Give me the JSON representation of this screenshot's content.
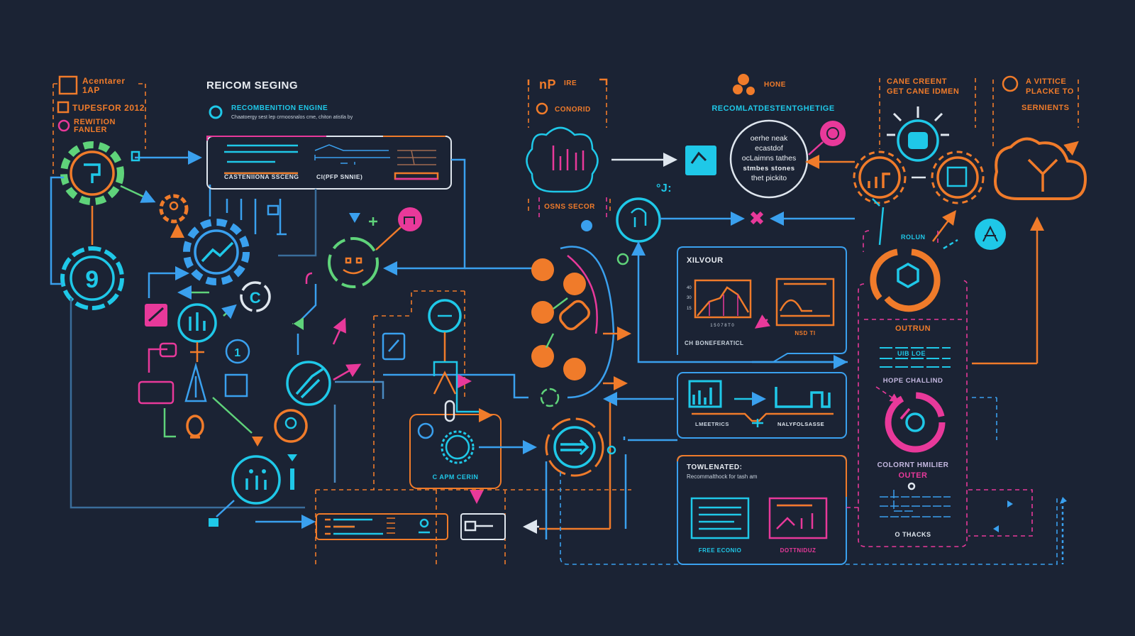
{
  "colors": {
    "background": "#1b2334",
    "cyan": "#1fc8e8",
    "orange": "#f07b2a",
    "pink": "#e8399a",
    "green": "#5fd37a",
    "blue": "#3aa0ee"
  },
  "legend_left": {
    "line1a": "Acentarer",
    "line1b": "1AP",
    "line2": "TUPESFOR 2012",
    "line3a": "REWITION",
    "line3b": "FANLER"
  },
  "header": {
    "title": "REICOM SEGING",
    "engine_title": "RECOMBENITION ENGINE",
    "engine_subtitle": "Chaatoergy sest lep crmoosnalos cme, chiton atistla by"
  },
  "top_panel": {
    "left_label": "CASTENIIONA SSCENG",
    "right_label": "CI(PFP SNNIE)"
  },
  "center_top": {
    "label1": "IRE",
    "label2": "CONORID",
    "sensor_label": "OSNS SECOR"
  },
  "engine_center": {
    "badge": "HONE",
    "title": "RECOMLATDESTENTGHETIGE",
    "bubble": [
      "oerhe neak",
      "ecastdof",
      "ocLaimns tathes",
      "stmbes stones",
      "thet pickito"
    ]
  },
  "right_top": {
    "box1_line1": "CANE CREENT",
    "box1_line2": "GET CANE IDMEN",
    "box2_line1": "A VITTICE",
    "box2_line2": "PLACKE TO",
    "box2_line3": "SERNIENTS",
    "node_label": "ROLUN"
  },
  "panel_xilvour": {
    "title": "XILVOUR",
    "axis_ticks": [
      "40",
      "30",
      "15"
    ],
    "x_ticks": "1 5 0 7 8 T 0",
    "caption": "CH BONEFERATICL",
    "right_caption": "NSD TI"
  },
  "panel_flow": {
    "left_caption": "LMEETRICS",
    "right_caption": "NALYFOLSASSE"
  },
  "panel_tolerated": {
    "title": "TOWLENATED:",
    "subtitle": "Recommalthock for tash am",
    "left_caption": "FREE ECONIO",
    "right_caption": "DOTTNIDUZ"
  },
  "right_column": {
    "outrun": "OUTRUN",
    "line_label": "UIB LOE",
    "hope": "HOPE CHALLIND",
    "colorant": "COLORNT HMILIER",
    "outer": "OUTER",
    "tracks": "O THACKS"
  },
  "center_bottom": {
    "caption": "C APM CERIN"
  }
}
